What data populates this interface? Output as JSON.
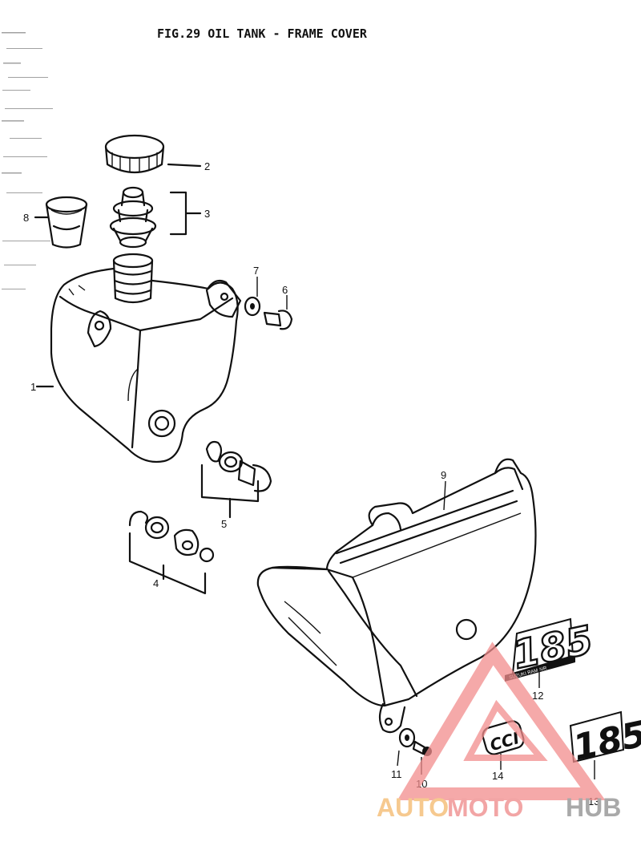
{
  "figure": {
    "title": "FIG.29  OIL TANK - FRAME COVER"
  },
  "callouts": {
    "c1": "1",
    "c2": "2",
    "c3": "3",
    "c4": "4",
    "c5": "5",
    "c6": "6",
    "c7": "7",
    "c8": "8",
    "c9": "9",
    "c10": "10",
    "c11": "11",
    "c12": "12",
    "c13": "13",
    "c14": "14"
  },
  "decals": {
    "number": "185",
    "small_text": "SUZUKI RAM AIR",
    "badge": "CCI"
  },
  "watermark": {
    "part1": "AUTO",
    "part2": "MOTO",
    "part3": "HUB"
  }
}
